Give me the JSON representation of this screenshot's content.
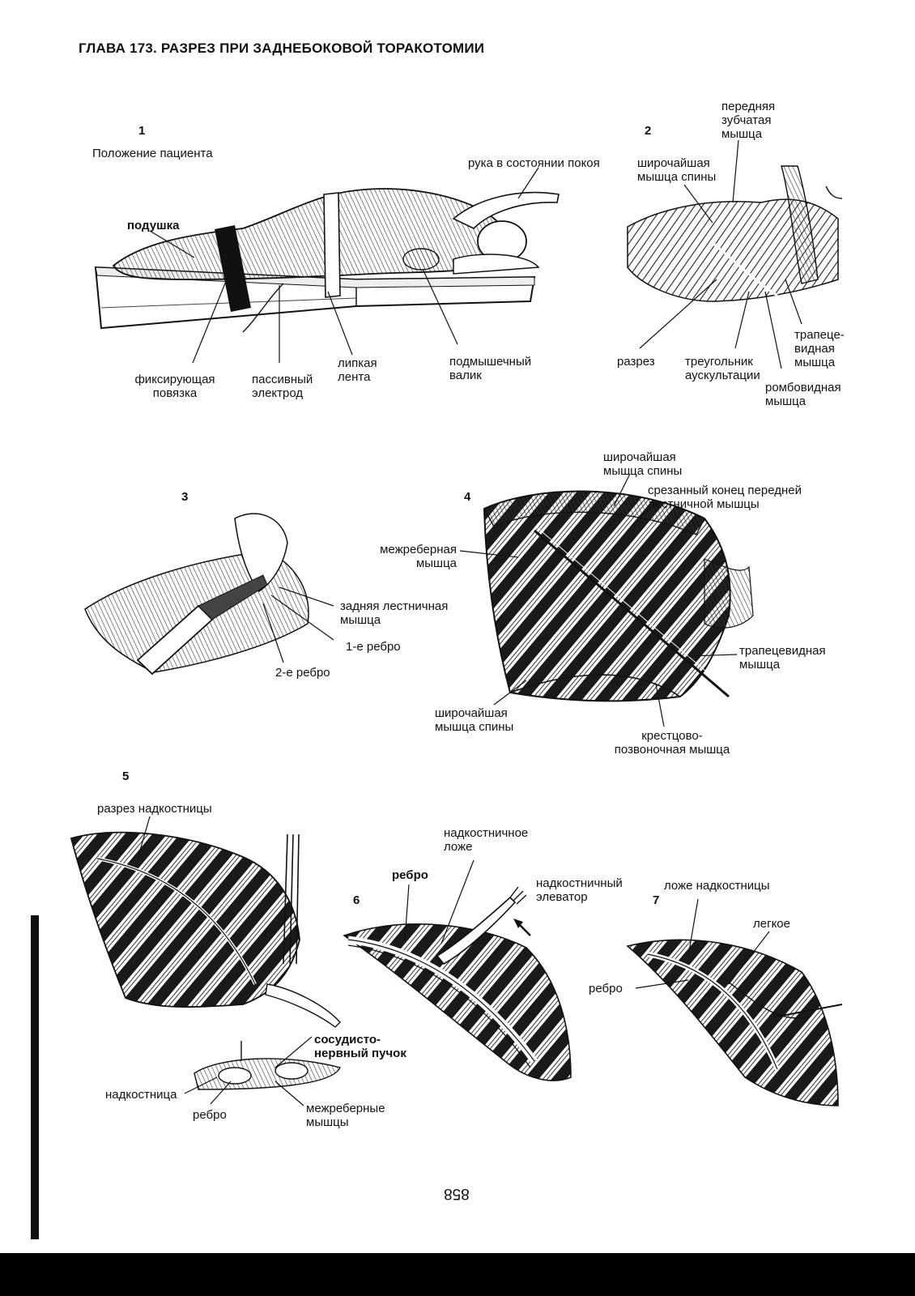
{
  "title": "ГЛАВА 173. РАЗРЕЗ ПРИ ЗАДНЕБОКОВОЙ ТОРАКОТОМИИ",
  "page_number": "858",
  "figures": {
    "f1": {
      "number": "1",
      "caption": "Положение пациента",
      "labels": {
        "arm": "рука в состоянии покоя",
        "pillow": "подушка",
        "strap_l1": "фиксирующая",
        "strap_l2": "повязка",
        "electrode_l1": "пассивный",
        "electrode_l2": "электрод",
        "tape_l1": "липкая",
        "tape_l2": "лента",
        "roll_l1": "подмышечный",
        "roll_l2": "валик"
      }
    },
    "f2": {
      "number": "2",
      "labels": {
        "serratus_l1": "передняя",
        "serratus_l2": "зубчатая",
        "serratus_l3": "мышца",
        "latissimus_l1": "широчайшая",
        "latissimus_l2": "мышца спины",
        "trapezius_l1": "трапеце-",
        "trapezius_l2": "видная",
        "trapezius_l3": "мышца",
        "incision": "разрез",
        "triangle_l1": "треугольник",
        "triangle_l2": "аускультации",
        "rhomboid_l1": "ромбовидная",
        "rhomboid_l2": "мышца"
      }
    },
    "f3": {
      "number": "3",
      "labels": {
        "scalene_l1": "задняя лестничная",
        "scalene_l2": "мышца",
        "rib1": "1-е ребро",
        "rib2": "2-е ребро"
      }
    },
    "f4": {
      "number": "4",
      "labels": {
        "latissimus_top_l1": "широчайшая",
        "latissimus_top_l2": "мышца спины",
        "scalene_cut_l1": "срезанный конец передней",
        "scalene_cut_l2": "лестничной мышцы",
        "intercostal_l1": "межреберная",
        "intercostal_l2": "мышца",
        "trapezius_l1": "трапецевидная",
        "trapezius_l2": "мышца",
        "latissimus_bot_l1": "широчайшая",
        "latissimus_bot_l2": "мышца спины",
        "erector_l1": "крестцово-",
        "erector_l2": "позвоночная мышца"
      }
    },
    "f5": {
      "number": "5",
      "labels": {
        "periost_incision": "разрез надкостницы",
        "bundle_l1": "сосудисто-",
        "bundle_l2": "нервный пучок",
        "periosteum": "надкостница",
        "rib": "ребро",
        "intercostals_l1": "межреберные",
        "intercostals_l2": "мышцы"
      }
    },
    "f6": {
      "number": "6",
      "labels": {
        "bed_l1": "надкостничное",
        "bed_l2": "ложе",
        "rib": "ребро",
        "elevator_l1": "надкостничный",
        "elevator_l2": "элеватор"
      }
    },
    "f7": {
      "number": "7",
      "labels": {
        "bed": "ложе надкостницы",
        "lung": "легкое",
        "rib": "ребро"
      }
    }
  }
}
